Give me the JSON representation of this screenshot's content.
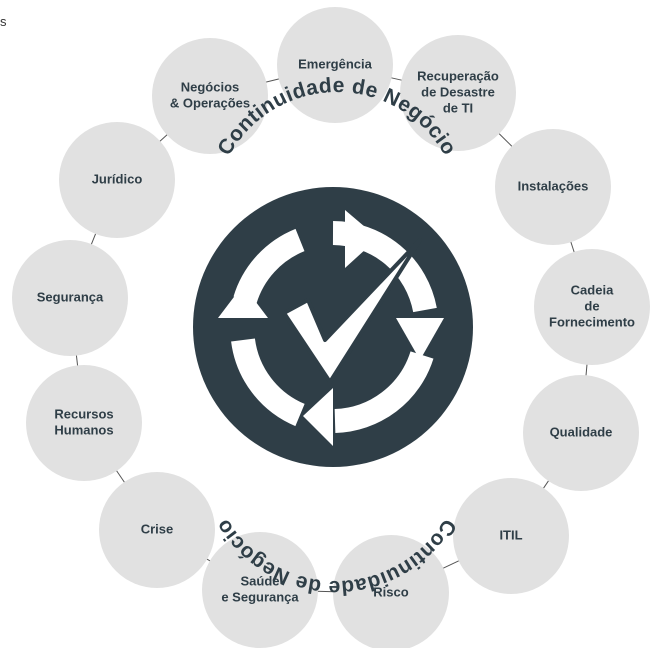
{
  "edge_mark": "s",
  "center": {
    "title_top": "Continuidade de Negócio",
    "title_bottom": "Continuidade de Negócio",
    "icon": "refresh-check-icon"
  },
  "colors": {
    "center_fill": "#2f3e47",
    "node_fill": "#e1e1e1",
    "text": "#2f3e47",
    "connector": "#555555",
    "icon_light": "#ffffff"
  },
  "nodes": [
    {
      "id": "emergencia",
      "lines": [
        "Emergência"
      ]
    },
    {
      "id": "recuperacao",
      "lines": [
        "Recuperação",
        "de Desastre",
        "de TI"
      ]
    },
    {
      "id": "instalacoes",
      "lines": [
        "Instalações"
      ]
    },
    {
      "id": "cadeia",
      "lines": [
        "Cadeia",
        "de",
        "Fornecimento"
      ]
    },
    {
      "id": "qualidade",
      "lines": [
        "Qualidade"
      ]
    },
    {
      "id": "itil",
      "lines": [
        "ITIL"
      ]
    },
    {
      "id": "risco",
      "lines": [
        "Risco"
      ]
    },
    {
      "id": "saude",
      "lines": [
        "Saúde",
        "e Segurança"
      ]
    },
    {
      "id": "crise",
      "lines": [
        "Crise"
      ]
    },
    {
      "id": "recursos",
      "lines": [
        "Recursos",
        "Humanos"
      ]
    },
    {
      "id": "seguranca",
      "lines": [
        "Segurança"
      ]
    },
    {
      "id": "juridico",
      "lines": [
        "Jurídico"
      ]
    },
    {
      "id": "negocios",
      "lines": [
        "Negócios",
        "& Operações"
      ]
    }
  ]
}
